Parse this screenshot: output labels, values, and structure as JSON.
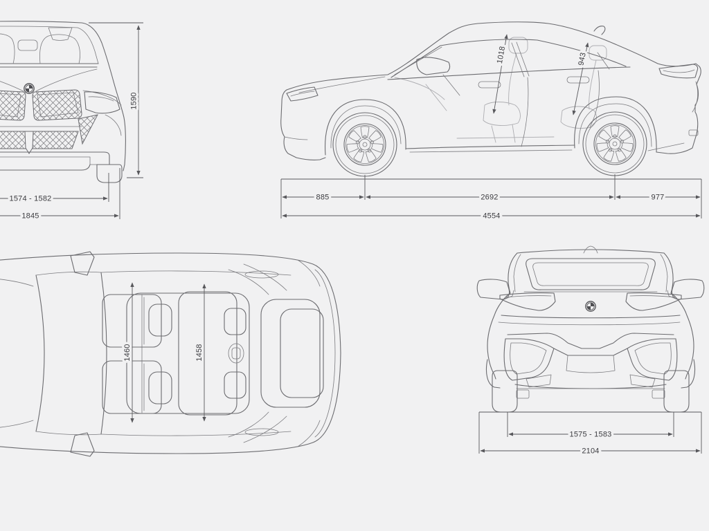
{
  "diagram": {
    "subject": "vehicle-dimensions-blueprint",
    "brand_icon": "bmw-roundel",
    "colors": {
      "background": "#f1f1f2",
      "line": "#6b6b6f",
      "line_light": "#adadb1",
      "dimension_line": "#58585c",
      "dimension_text": "#3c3c40"
    },
    "views": {
      "front": {
        "name": "front-view",
        "height_mm": "1590",
        "track_front_mm": "1574 - 1582",
        "overall_width_mm": "1845"
      },
      "side": {
        "name": "side-view",
        "headroom_front_mm": "1018",
        "headroom_rear_mm": "943",
        "front_overhang_mm": "885",
        "wheelbase_mm": "2692",
        "rear_overhang_mm": "977",
        "overall_length_mm": "4554"
      },
      "top": {
        "name": "top-view",
        "shoulder_width_front_mm": "1460",
        "shoulder_width_rear_mm": "1458"
      },
      "rear": {
        "name": "rear-view",
        "track_rear_mm": "1575 - 1583",
        "width_incl_mirrors_mm": "2104"
      }
    }
  }
}
